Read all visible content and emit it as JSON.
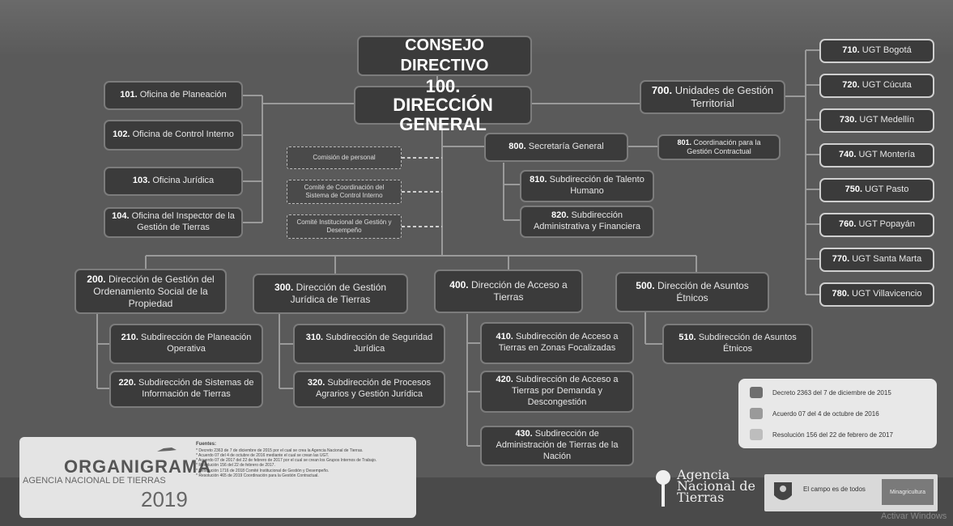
{
  "board": {
    "title": "CONSEJO DIRECTIVO"
  },
  "general": {
    "num": "100.",
    "name": "DIRECCIÓN GENERAL"
  },
  "offices": [
    {
      "num": "101.",
      "name": "Oficina de Planeación"
    },
    {
      "num": "102.",
      "name": "Oficina de Control Interno"
    },
    {
      "num": "103.",
      "name": "Oficina Jurídica"
    },
    {
      "num": "104.",
      "name": "Oficina del Inspector de la Gestión de Tierras"
    }
  ],
  "committees": [
    "Comisión de personal",
    "Comité de Coordinación del Sistema de Control Interno",
    "Comité Institucional de Gestión y Desempeño"
  ],
  "secretariat": {
    "num": "800.",
    "name": "Secretaría General"
  },
  "coordination": {
    "num": "801.",
    "name": "Coordinación para la Gestión Contractual"
  },
  "secretariat_subs": [
    {
      "num": "810.",
      "name": "Subdirección de Talento Humano"
    },
    {
      "num": "820.",
      "name": "Subdirección Administrativa y Financiera"
    }
  ],
  "territorial": {
    "num": "700.",
    "name": "Unidades de Gestión Territorial"
  },
  "ugts": [
    {
      "num": "710.",
      "name": "UGT Bogotá"
    },
    {
      "num": "720.",
      "name": "UGT Cúcuta"
    },
    {
      "num": "730.",
      "name": "UGT Medellín"
    },
    {
      "num": "740.",
      "name": "UGT Montería"
    },
    {
      "num": "750.",
      "name": "UGT Pasto"
    },
    {
      "num": "760.",
      "name": "UGT Popayán"
    },
    {
      "num": "770.",
      "name": "UGT Santa Marta"
    },
    {
      "num": "780.",
      "name": "UGT Villavicencio"
    }
  ],
  "directorates": [
    {
      "num": "200.",
      "name": "Dirección de Gestión del Ordenamiento Social de la Propiedad",
      "subs": [
        {
          "num": "210.",
          "name": "Subdirección de Planeación Operativa"
        },
        {
          "num": "220.",
          "name": "Subdirección de Sistemas de Información de Tierras"
        }
      ]
    },
    {
      "num": "300.",
      "name": "Dirección de Gestión Jurídica de Tierras",
      "subs": [
        {
          "num": "310.",
          "name": "Subdirección de Seguridad Jurídica"
        },
        {
          "num": "320.",
          "name": "Subdirección de Procesos Agrarios y Gestión Jurídica"
        }
      ]
    },
    {
      "num": "400.",
      "name": "Dirección de Acceso a Tierras",
      "subs": [
        {
          "num": "410.",
          "name": "Subdirección de Acceso a Tierras en Zonas Focalizadas"
        },
        {
          "num": "420.",
          "name": "Subdirección de Acceso a Tierras por Demanda y Descongestión"
        },
        {
          "num": "430.",
          "name": "Subdirección de Administración de Tierras de la Nación"
        }
      ]
    },
    {
      "num": "500.",
      "name": "Dirección de Asuntos Étnicos",
      "subs": [
        {
          "num": "510.",
          "name": "Subdirección de Asuntos Étnicos"
        }
      ]
    }
  ],
  "legend": [
    {
      "label": "Decreto 2363 del 7 de diciembre de 2015",
      "color": "#6f6f6f"
    },
    {
      "label": "Acuerdo 07 del 4 de octubre de 2016",
      "color": "#9a9a9a"
    },
    {
      "label": "Resolución 156 del 22 de febrero de 2017",
      "color": "#bdbdbd"
    }
  ],
  "footer": {
    "org_title": "ORGANIGRAMA",
    "org_sub": "AGENCIA NACIONAL DE TIERRAS",
    "org_year": "2019",
    "fuentes_title": "Fuentes:",
    "fuentes_lines": [
      "* Decreto 2363 de 7 de diciembre de 2015 por el cual se crea la Agencia Nacional de Tierras.",
      "* Acuerdo 07 del 4 de octubre de 2016 mediante el cual se crean las UGT.",
      "* Acuerdo 07 de 2017 del 22 de febrero de 2017 por el cual se crean los Grupos Internos de Trabajo.",
      "* Resolución 156 del 22 de febrero de 2017.",
      "* Resolución 1716 de 2018 Comité Institucional de Gestión y Desempeño.",
      "* Resolución 465 de 2019 Coordinación para la Gestión Contractual."
    ],
    "agency_name": "Agencia Nacional de Tierras",
    "gov_slogan": "El campo es de todos",
    "ministry": "Minagricultura",
    "watermark": "Activar Windows"
  }
}
